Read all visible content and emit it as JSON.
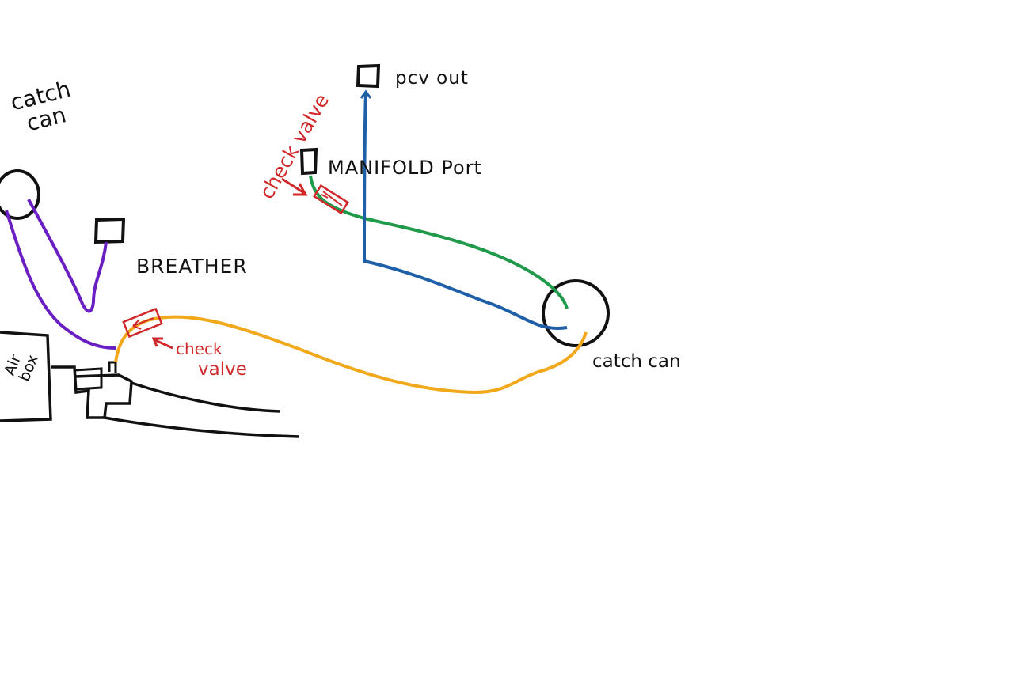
{
  "labels": {
    "catch_can_left_line1": "catch",
    "catch_can_left_line2": "can",
    "breather": "BREATHER",
    "manifold_port": "MANIFOLD Port",
    "pcv_out": "pcv out",
    "catch_can_right": "catch can",
    "check_valve_top": "check valve",
    "check_valve_bottom_line1": "check",
    "check_valve_bottom_line2": "valve",
    "air_box_line1": "Air",
    "air_box_line2": "box"
  },
  "colors": {
    "outline": "#111111",
    "purple_hose": "#6a1fc2",
    "green_hose": "#1f9a4a",
    "blue_hose": "#1f5fa8",
    "orange_hose": "#f2a81b",
    "check_valve_red": "#d0282a"
  }
}
